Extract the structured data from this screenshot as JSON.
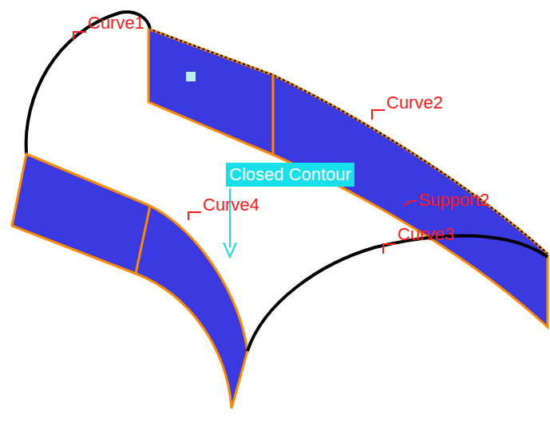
{
  "diagram": {
    "nodes": [
      {
        "text": [
          "Closed Contour"
        ]
      }
    ],
    "labels": [
      "Curve1",
      "Curve2",
      "Support2",
      "Curve4",
      "Curve3"
    ]
  }
}
